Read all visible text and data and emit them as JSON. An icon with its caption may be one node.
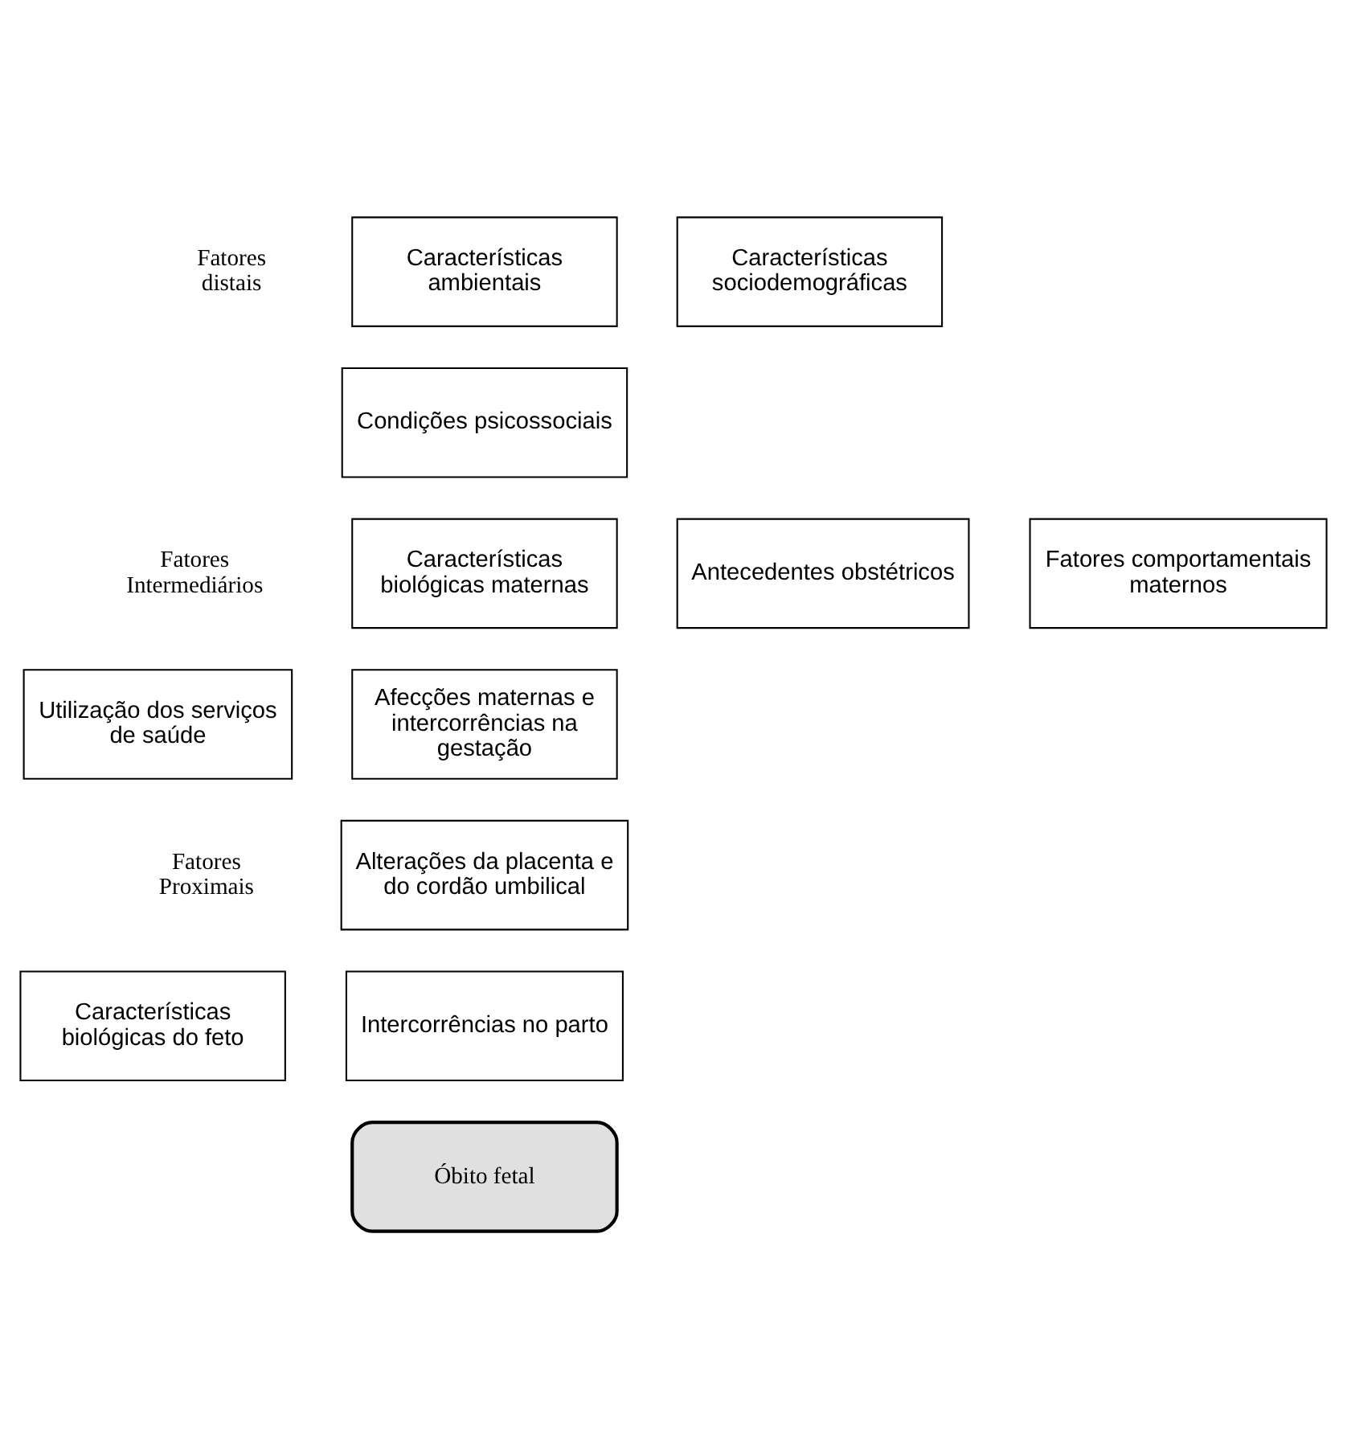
{
  "diagram": {
    "nodes": [
      {
        "text": [
          "Características ambientais"
        ]
      },
      {
        "text": [
          "Características sociodemográficas"
        ]
      },
      {
        "text": [
          "Condições psicossociais"
        ]
      },
      {
        "text": [
          "Características biológicas maternas"
        ]
      },
      {
        "text": [
          "Antecedentes obstétricos"
        ]
      },
      {
        "text": [
          "Fatores comportamentais maternos"
        ]
      },
      {
        "text": [
          "Utilização dos serviços de saúde"
        ]
      },
      {
        "text": [
          "Afecções maternas e intercorrências na gestação"
        ]
      },
      {
        "text": [
          "Alterações da placenta e do cordão umbilical"
        ]
      },
      {
        "text": [
          "Características biológicas do feto"
        ]
      },
      {
        "text": [
          "Intercorrências no parto"
        ]
      },
      {
        "text": [
          "Óbito fetal"
        ]
      }
    ],
    "edges": [],
    "labels": [
      "Fatores distais",
      "Fatores Intermediários",
      "Fatores Proximais"
    ]
  }
}
